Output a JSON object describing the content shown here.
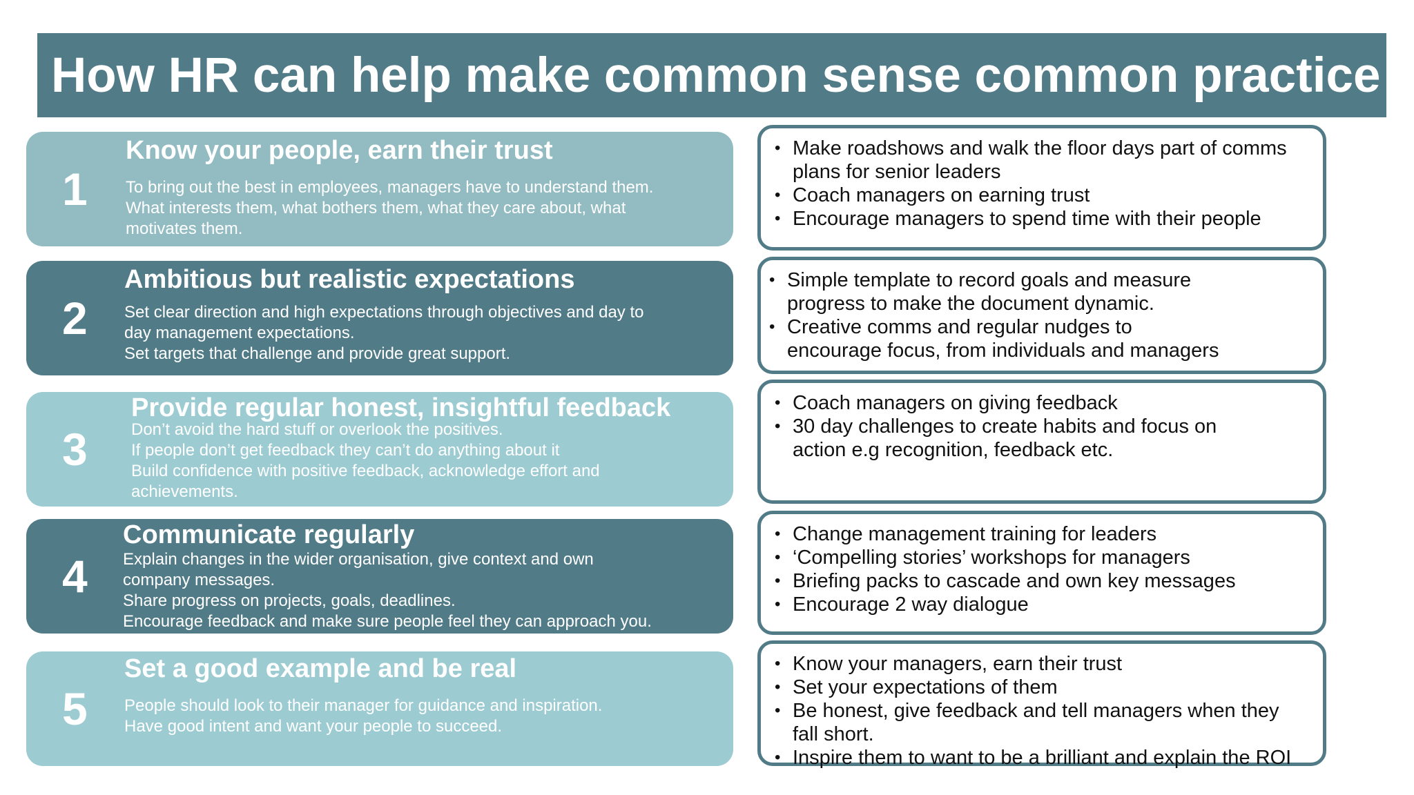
{
  "title": "How HR can help make common sense common practice",
  "rows": [
    {
      "number": "1",
      "heading": "Know your people, earn their trust",
      "description": "To bring out the best in employees, managers have to understand  them.\nWhat interests them, what bothers them, what they care about, what\nmotivates them.",
      "tips": [
        "Make roadshows and walk the floor days part of comms\nplans for senior leaders",
        "Coach managers on earning trust",
        "Encourage managers to spend time with their people"
      ]
    },
    {
      "number": "2",
      "heading": "Ambitious but realistic expectations",
      "description": "Set clear direction and high expectations through  objectives and day to\nday management  expectations.\nSet targets  that challenge  and provide great support.",
      "tips": [
        "Simple template to record goals and measure\nprogress to make the document dynamic.",
        "Creative comms and regular nudges to\nencourage focus, from individuals and managers"
      ]
    },
    {
      "number": "3",
      "heading": "Provide regular honest, insightful feedback",
      "description": "Don’t avoid the hard stuff or overlook the positives.\nIf people don’t get feedback they can’t do anything  about it\nBuild confidence with positive feedback, acknowledge  effort and\nachievements.",
      "tips": [
        "Coach managers on giving feedback",
        "30 day challenges to create habits and focus on\naction e.g recognition, feedback etc."
      ]
    },
    {
      "number": "4",
      "heading": "Communicate regularly",
      "description": "Explain changes in the wider organisation, give context and own\ncompany messages.\nShare progress on projects, goals, deadlines.\nEncourage feedback and make sure people feel they can approach you.",
      "tips": [
        "Change management training for leaders",
        "‘Compelling stories’ workshops for managers",
        "Briefing packs to cascade and own key messages",
        "Encourage 2 way dialogue"
      ]
    },
    {
      "number": "5",
      "heading": "Set a good example and be real",
      "description": "People should look to their manager for guidance and inspiration.\nHave good intent  and want your  people to succeed.",
      "tips": [
        "Know your managers, earn their trust",
        "Set your expectations of them",
        "Be honest, give feedback and tell managers when they\nfall short.",
        "Inspire them to want to be a brilliant and explain the ROI"
      ]
    }
  ]
}
